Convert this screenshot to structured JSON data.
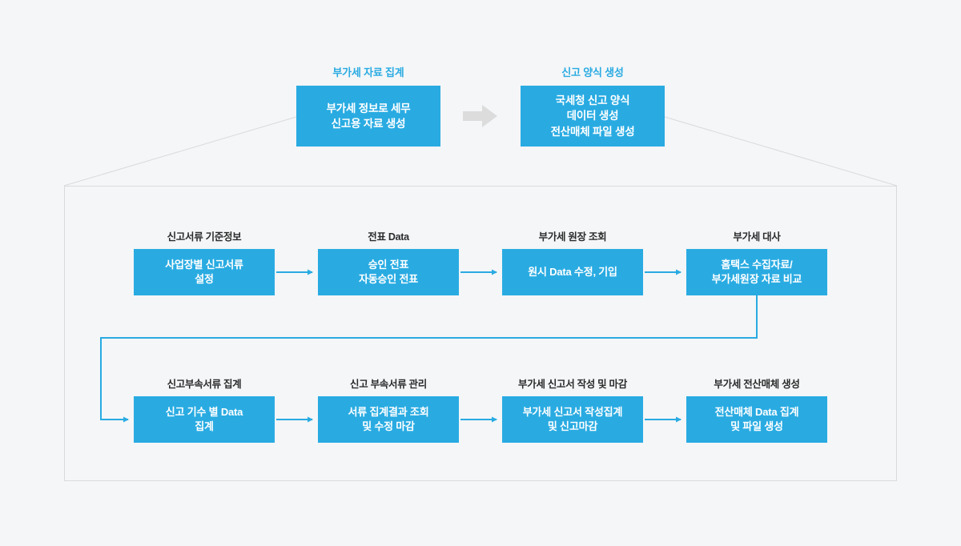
{
  "canvas": {
    "background_color": "#f4f6f8",
    "accent_color": "#29abe2",
    "frame_border_color": "#d8dadc",
    "grey_arrow_color": "#dcdcdc",
    "caption_color_top": "#29abe2",
    "caption_color_bottom": "#2b2b2b",
    "box_text_color": "#ffffff"
  },
  "top_section": {
    "nodes": [
      {
        "caption": "부가세 자료 집계",
        "body": "부가세 정보로 세무\n신고용 자료 생성"
      },
      {
        "caption": "신고 양식 생성",
        "body": "국세청 신고 양식\n데이터 생성\n전산매체 파일 생성"
      }
    ],
    "connector_icon": "block-arrow-right-icon"
  },
  "detail_section": {
    "rows": [
      {
        "steps": [
          {
            "caption": "신고서류 기준정보",
            "body": "사업장별 신고서류\n설정"
          },
          {
            "caption": "전표 Data",
            "body": "승인 전표\n자동승인 전표"
          },
          {
            "caption": "부가세 원장 조회",
            "body": "원시 Data 수정, 기입"
          },
          {
            "caption": "부가세 대사",
            "body": "홈택스 수집자료/\n부가세원장 자료 비교"
          }
        ]
      },
      {
        "steps": [
          {
            "caption": "신고부속서류 집계",
            "body": "신고 기수 별 Data\n집계"
          },
          {
            "caption": "신고 부속서류 관리",
            "body": "서류 집계결과 조회\n및 수정 마감"
          },
          {
            "caption": "부가세 신고서 작성 및 마감",
            "body": "부가세 신고서 작성집계\n및 신고마감"
          },
          {
            "caption": "부가세 전산매체 생성",
            "body": "전산매체 Data 집계\n및 파일 생성"
          }
        ]
      }
    ]
  }
}
